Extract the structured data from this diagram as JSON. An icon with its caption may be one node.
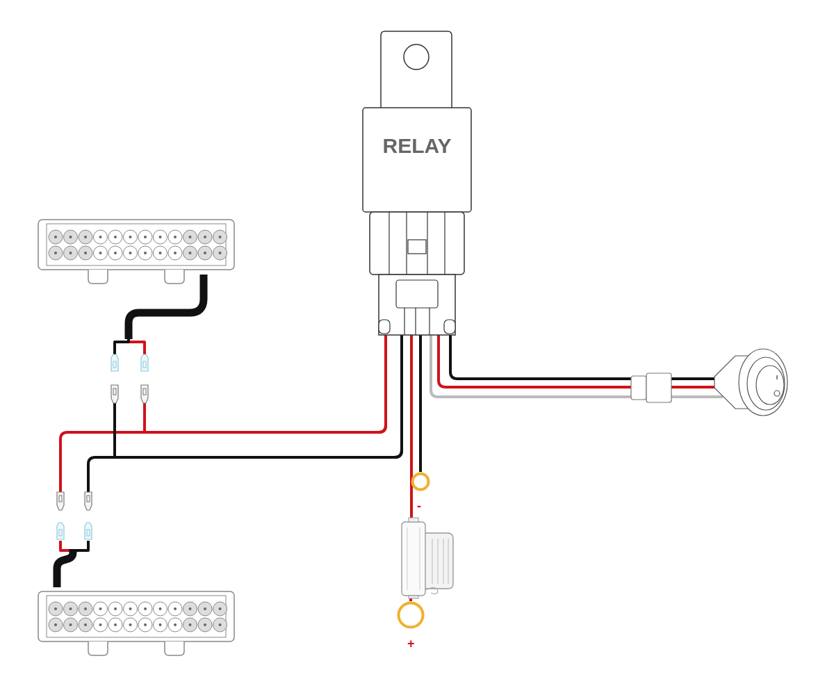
{
  "diagram": {
    "nodes": [
      {
        "text": [
          "RELAY"
        ]
      },
      {
        "text": [],
        "shape": "picture"
      },
      {
        "text": [],
        "shape": "picture"
      },
      {
        "text": [],
        "shape": "picture"
      },
      {
        "text": [],
        "shape": "box"
      },
      {
        "text": [],
        "shape": "circle",
        "beside": [
          "-"
        ]
      },
      {
        "text": [],
        "shape": "picture"
      },
      {
        "text": [],
        "shape": "circle",
        "beside": [
          "+"
        ]
      },
      {
        "text": [],
        "shape": "box"
      },
      {
        "text": [],
        "shape": "box"
      },
      {
        "text": [],
        "shape": "box"
      },
      {
        "text": [],
        "shape": "box"
      },
      {
        "text": [],
        "shape": "box"
      },
      {
        "text": [],
        "shape": "box"
      },
      {
        "text": [],
        "shape": "box"
      },
      {
        "text": [],
        "shape": "box"
      }
    ],
    "edges": [
      {
        "from": 0,
        "to": 11,
        "arrow": "none"
      },
      {
        "from": 0,
        "to": 12,
        "arrow": "none"
      },
      {
        "from": 0,
        "to": 10,
        "arrow": "none",
        "color": "#111111"
      },
      {
        "from": 0,
        "to": 13,
        "arrow": "none",
        "color": "#111111"
      },
      {
        "from": 0,
        "to": 5,
        "arrow": "none",
        "color": "#111111"
      },
      {
        "from": 0,
        "to": 6,
        "arrow": "none"
      },
      {
        "from": 6,
        "to": 7,
        "arrow": "none"
      },
      {
        "from": 0,
        "to": 4,
        "arrow": "none",
        "color": "#111111"
      },
      {
        "from": 0,
        "to": 4,
        "arrow": "none"
      },
      {
        "from": 0,
        "to": 4,
        "arrow": "none",
        "color": "#bbbbbb"
      },
      {
        "from": 4,
        "to": 3,
        "arrow": "none",
        "color": "#111111"
      },
      {
        "from": 4,
        "to": 3,
        "arrow": "none"
      },
      {
        "from": 4,
        "to": 3,
        "arrow": "none",
        "color": "#bbbbbb"
      },
      {
        "from": 1,
        "to": 9,
        "arrow": "none"
      },
      {
        "from": 1,
        "to": 8,
        "arrow": "none",
        "color": "#111111"
      },
      {
        "from": 2,
        "to": 14,
        "arrow": "none"
      },
      {
        "from": 2,
        "to": 15,
        "arrow": "none",
        "color": "#111111"
      }
    ]
  }
}
